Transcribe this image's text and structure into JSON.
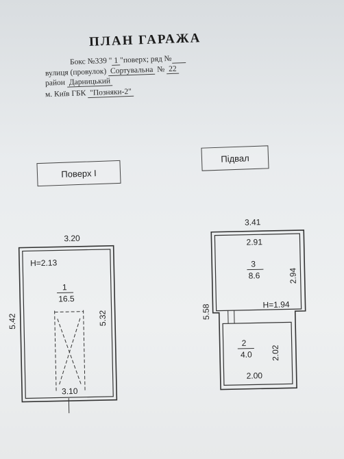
{
  "title": "ПЛАН ГАРАЖА",
  "header": {
    "line1_prefix": "Бокс №339 \"",
    "line1_floor": "1",
    "line1_suffix": "\"поверх; ряд №",
    "line2_prefix": "вулиця (провулок)",
    "line2_street": "Сортувальна",
    "line2_no_label": "№",
    "line2_no": "22",
    "line3_prefix": "район",
    "line3_district": "Дарницький",
    "line4_prefix": "м. Київ ГБК",
    "line4_gbk": "\"Позняки-2\""
  },
  "sections": {
    "floor_label": "Поверх І",
    "basement_label": "Підвал"
  },
  "floor1": {
    "width_label": "3.20",
    "left_height_label": "5.42",
    "right_height_label": "5.32",
    "ceiling_height": "H=2.13",
    "room_number": "1",
    "room_area": "16.5",
    "gate_label": "3.10"
  },
  "basement": {
    "top_width_label": "3.41",
    "left_height_label": "5.58",
    "room3_inner_width": "2.91",
    "room3_number": "3",
    "room3_area": "8.6",
    "room3_height_side": "2.94",
    "ceiling_height": "H=1.94",
    "room2_number": "2",
    "room2_area": "4.0",
    "room2_height_side": "2.02",
    "room2_width": "2.00"
  }
}
